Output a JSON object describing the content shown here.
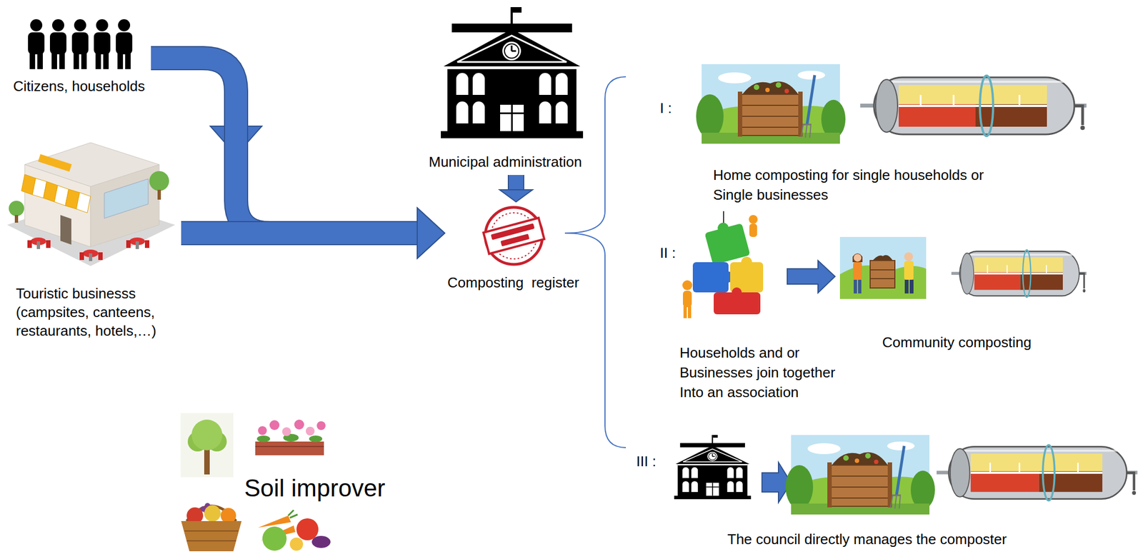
{
  "diagram": {
    "nodes": [
      {
        "text": [
          "Citizens, households"
        ]
      },
      {
        "text": [
          "Touristic businesss (campsites, canteens, restaurants, hotels,…)"
        ]
      },
      {
        "text": [
          "Municipal administration"
        ]
      },
      {
        "text": [
          "Composting  register"
        ]
      },
      {
        "text": [
          "I :",
          "Home composting for single households or Single businesses"
        ]
      },
      {
        "text": [
          "II :",
          "Households and or Businesses join together Into an association",
          "Community composting"
        ]
      },
      {
        "text": [
          "III :",
          "The council directly manages the composter"
        ]
      },
      {
        "text": [
          "Soil improver"
        ]
      }
    ],
    "edges": [
      {
        "from": 0,
        "to": 3,
        "arrow": "to"
      },
      {
        "from": 1,
        "to": 3,
        "arrow": "to"
      },
      {
        "from": 2,
        "to": 3,
        "arrow": "to"
      }
    ]
  }
}
